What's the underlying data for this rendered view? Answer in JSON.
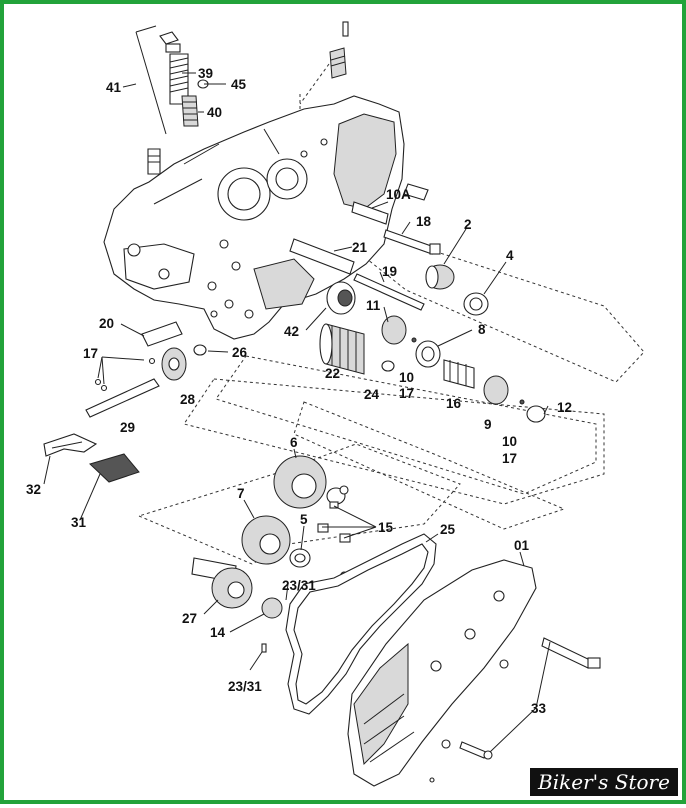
{
  "watermark": "Biker's Store",
  "border_color": "#22a33a",
  "labels": {
    "l41": "41",
    "l39": "39",
    "l45": "45",
    "l40": "40",
    "l10A": "10A",
    "l18": "18",
    "l2": "2",
    "l4": "4",
    "l21": "21",
    "l19": "19",
    "l11": "11",
    "l8": "8",
    "l20": "20",
    "l42": "42",
    "l17a": "17",
    "l26": "26",
    "l22": "22",
    "l24": "24",
    "l10a": "10",
    "l17b": "17",
    "l16": "16",
    "l9": "9",
    "l12": "12",
    "l10b": "10",
    "l17c": "17",
    "l28": "28",
    "l29": "29",
    "l32": "32",
    "l31": "31",
    "l6": "6",
    "l7": "7",
    "l5": "5",
    "l15": "15",
    "l25": "25",
    "l01": "01",
    "l2331a": "23/31",
    "l27": "27",
    "l14": "14",
    "l2331b": "23/31",
    "l33": "33"
  }
}
